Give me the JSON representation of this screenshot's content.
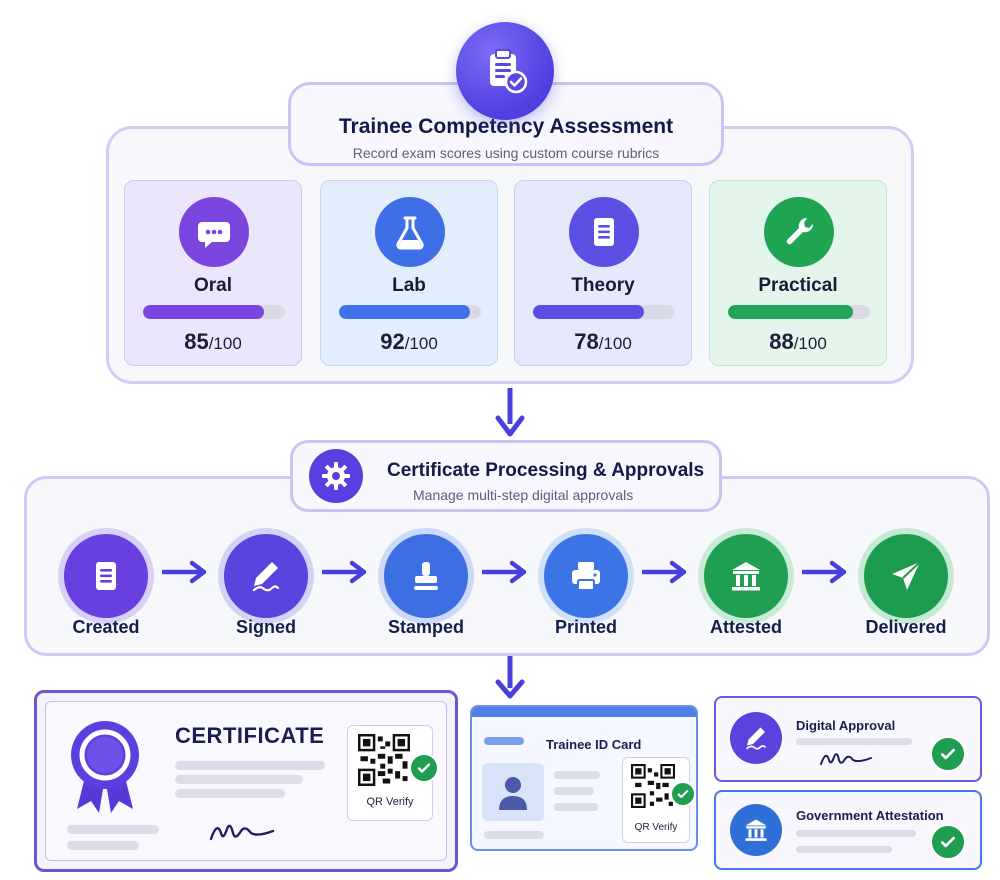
{
  "assessment": {
    "title": "Trainee Competency Assessment",
    "subtitle": "Record exam scores using custom course rubrics",
    "score_max_label": "/100",
    "scores": [
      {
        "name": "Oral",
        "score": 85,
        "fraction": 0.85
      },
      {
        "name": "Lab",
        "score": 92,
        "fraction": 0.92
      },
      {
        "name": "Theory",
        "score": 78,
        "fraction": 0.78
      },
      {
        "name": "Practical",
        "score": 88,
        "fraction": 0.88
      }
    ]
  },
  "processing": {
    "title": "Certificate Processing & Approvals",
    "subtitle": "Manage multi-step digital approvals",
    "steps": [
      {
        "label": "Created",
        "icon": "document-icon"
      },
      {
        "label": "Signed",
        "icon": "pen-icon"
      },
      {
        "label": "Stamped",
        "icon": "stamp-icon"
      },
      {
        "label": "Printed",
        "icon": "printer-icon"
      },
      {
        "label": "Attested",
        "icon": "bank-icon"
      },
      {
        "label": "Delivered",
        "icon": "send-icon"
      }
    ]
  },
  "outputs": {
    "certificate": {
      "heading": "CERTIFICATE",
      "qr_label": "QR Verify"
    },
    "id_card": {
      "heading": "Trainee ID Card",
      "qr_label": "QR Verify"
    },
    "digital_approval": {
      "title": "Digital Approval"
    },
    "government_attestation": {
      "title": "Government Attestation"
    }
  },
  "colors": {
    "purple": "#7a46e0",
    "blue": "#3f6fe6",
    "indigo": "#5b4fe4",
    "green": "#1fa454"
  }
}
